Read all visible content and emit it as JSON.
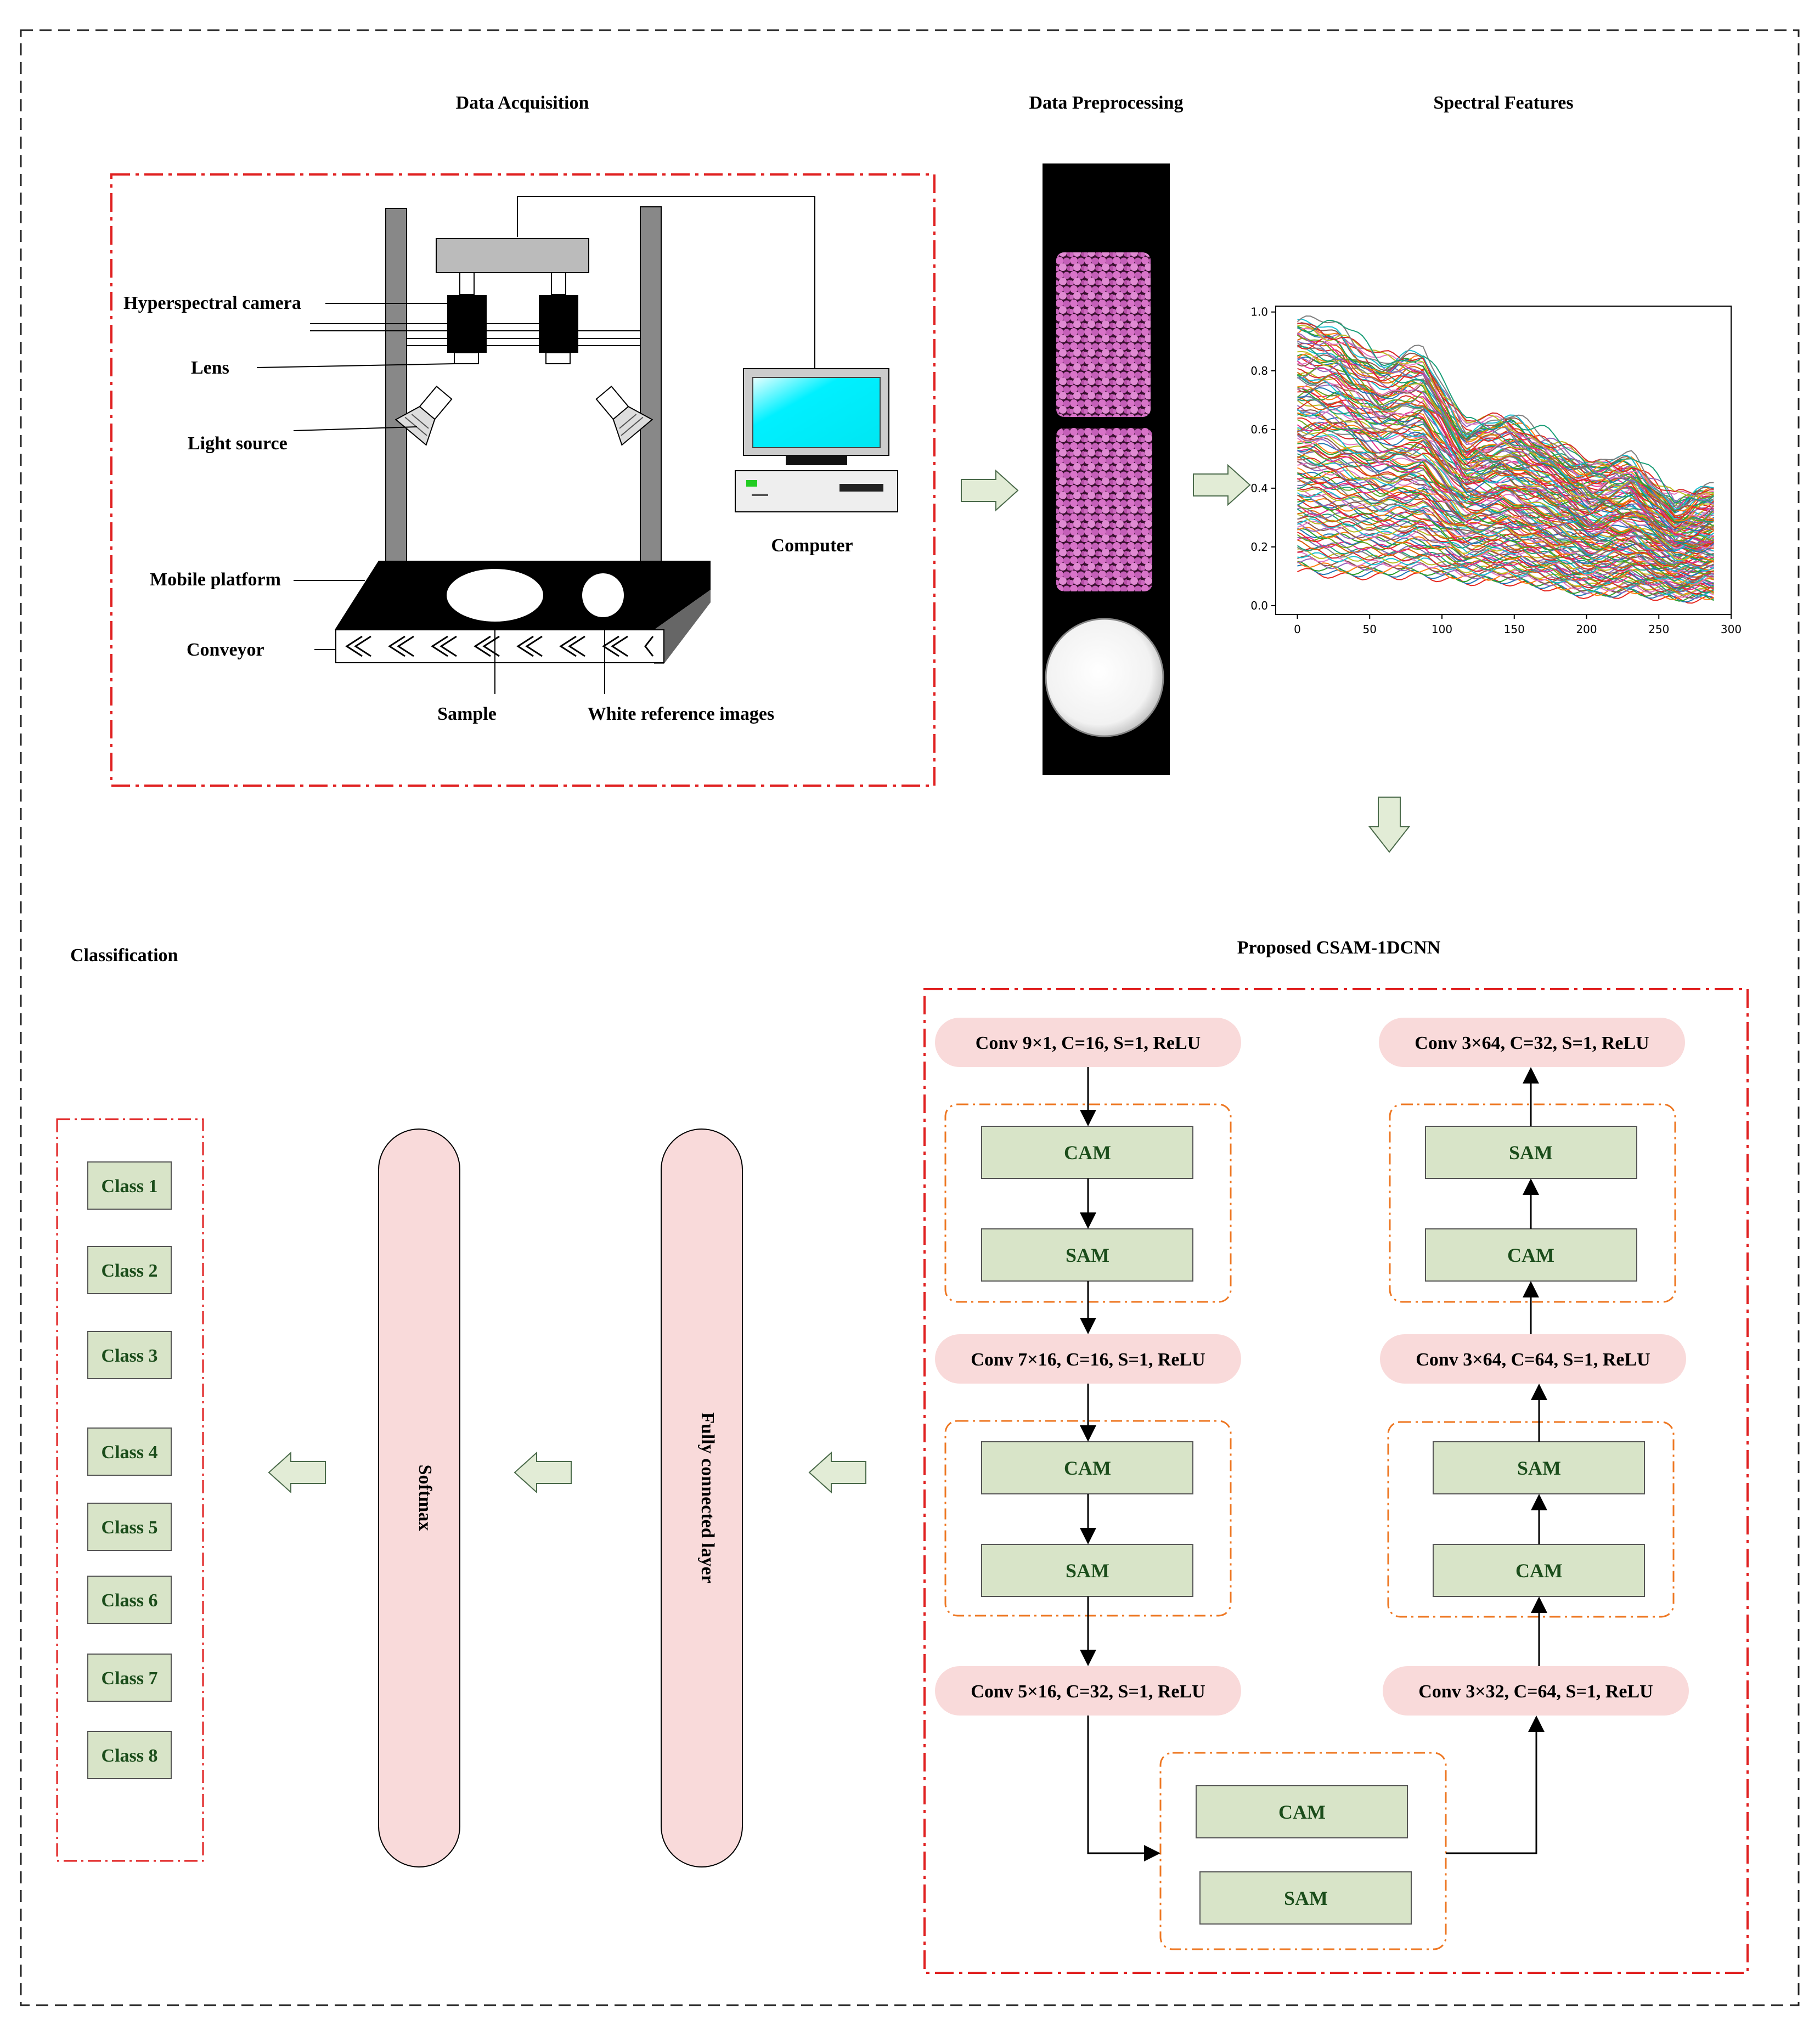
{
  "titles": {
    "acquisition": "Data Acquisition",
    "preprocessing": "Data Preprocessing",
    "spectral": "Spectral Features",
    "model": "Proposed CSAM-1DCNN",
    "classification": "Classification"
  },
  "acquisition_labels": {
    "camera": "Hyperspectral camera",
    "lens": "Lens",
    "light": "Light source",
    "platform": "Mobile platform",
    "conveyor": "Conveyor",
    "sample": "Sample",
    "white_ref": "White reference images",
    "computer": "Computer"
  },
  "network": {
    "left": {
      "conv1": "Conv 9×1, C=16, S=1, ReLU",
      "conv2": "Conv 7×16, C=16, S=1, ReLU",
      "conv3": "Conv 5×16, C=32, S=1, ReLU"
    },
    "right": {
      "conv1": "Conv 3×64, C=32, S=1, ReLU",
      "conv2": "Conv 3×64, C=64, S=1, ReLU",
      "conv3": "Conv 3×32, C=64, S=1, ReLU"
    },
    "cam": "CAM",
    "sam": "SAM"
  },
  "layers": {
    "fc": "Fully connected layer",
    "softmax": "Softmax"
  },
  "classes": [
    "Class 1",
    "Class 2",
    "Class 3",
    "Class 4",
    "Class 5",
    "Class 6",
    "Class 7",
    "Class 8"
  ],
  "colors": {
    "red_dash": "#e02020",
    "orange_dash": "#ee7722",
    "block_fill": "#d8e4c8",
    "pink_fill": "#f9dada",
    "arrow_fill": "#e2ecd6"
  },
  "chart_data": {
    "type": "line",
    "x_ticks": [
      "0",
      "50",
      "100",
      "150",
      "200",
      "250",
      "300"
    ],
    "y_ticks": [
      "0.0",
      "0.2",
      "0.4",
      "0.6",
      "0.8",
      "1.0"
    ],
    "xlim": [
      -15,
      300
    ],
    "ylim": [
      -0.03,
      1.02
    ],
    "x_band": [
      0,
      290
    ],
    "upper_envelope": [
      0.97,
      0.95,
      0.84,
      0.86,
      0.62,
      0.64,
      0.57,
      0.48,
      0.5,
      0.36,
      0.4
    ],
    "lower_envelope": [
      0.12,
      0.1,
      0.1,
      0.1,
      0.08,
      0.08,
      0.06,
      0.03,
      0.04,
      0.02,
      0.02
    ],
    "series_count": "many",
    "grid": false
  }
}
